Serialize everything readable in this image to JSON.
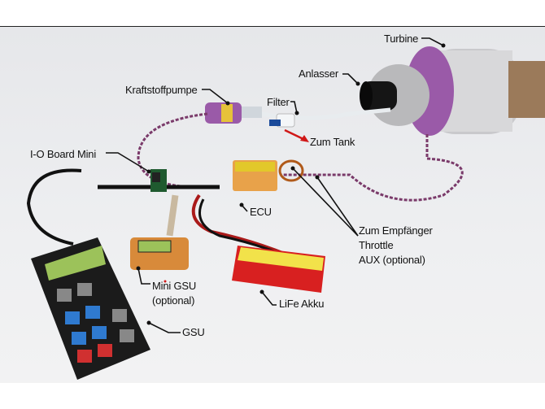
{
  "labels": {
    "turbine": "Turbine",
    "starter": "Anlasser",
    "fuel_pump": "Kraftstoffpumpe",
    "filter": "Filter",
    "to_tank": "Zum Tank",
    "io_board": "I-O Board Mini",
    "ecu": "ECU",
    "receiver_line1": "Zum Empfänger",
    "receiver_line2": "Throttle",
    "receiver_line3": "AUX (optional)",
    "mini_gsu_line1": "Mini GSU",
    "mini_gsu_line2": "(optional)",
    "battery": "LiFe Akku",
    "gsu": "GSU"
  },
  "colors": {
    "turbine_purple": "#9a5aa8",
    "lcd_green": "#9cc25a",
    "battery_red": "#d82020",
    "arrow_red": "#d01818"
  }
}
